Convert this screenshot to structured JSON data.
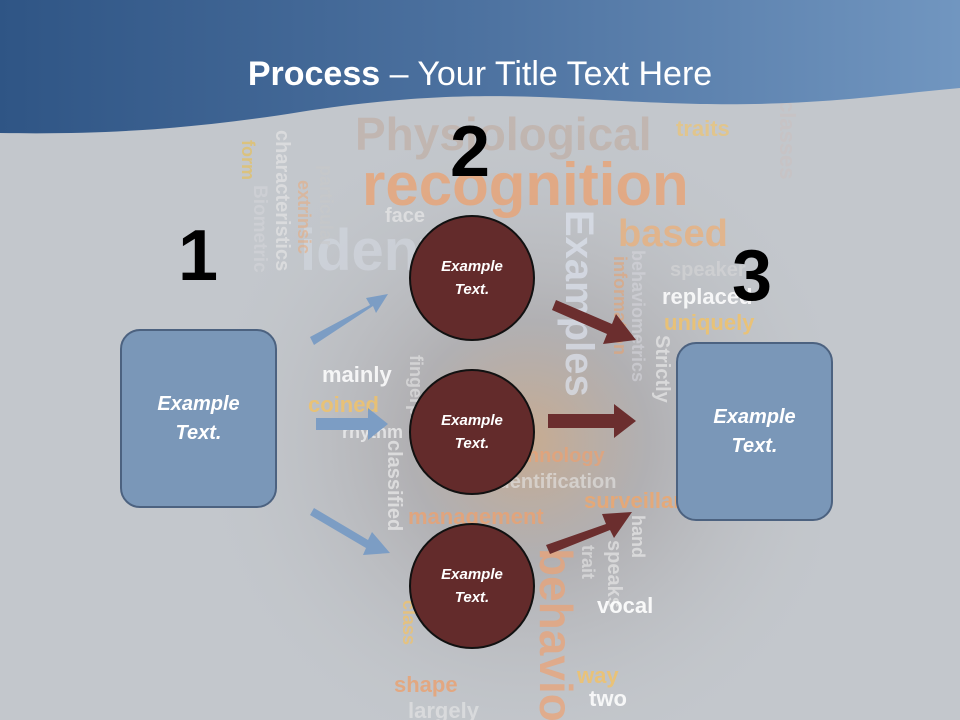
{
  "title": {
    "bold": "Process",
    "rest": " – Your Title Text Here"
  },
  "steps": [
    "1",
    "2",
    "3"
  ],
  "left_box": {
    "line1": "Example",
    "line2": "Text."
  },
  "right_box": {
    "line1": "Example",
    "line2": "Text."
  },
  "circles": [
    {
      "line1": "Example",
      "line2": "Text."
    },
    {
      "line1": "Example",
      "line2": "Text."
    },
    {
      "line1": "Example",
      "line2": "Text."
    }
  ],
  "background_words": [
    "Physiological",
    "traits",
    "classes",
    "recognition",
    "based",
    "identity",
    "face",
    "characteristics",
    "Biometric",
    "extrinsic",
    "particular",
    "form",
    "Examples",
    "behaviometrics",
    "information",
    "speaker",
    "replaced",
    "uniquely",
    "Strictly",
    "mainly",
    "coined",
    "rhythm",
    "fingerprint",
    "technology",
    "identification",
    "surveillance",
    "classified",
    "management",
    "hand",
    "speaks",
    "trait",
    "vocal",
    "class",
    "shape",
    "largely",
    "way",
    "two",
    "behavior"
  ],
  "colors": {
    "header": "#4f73a0",
    "box_fill": "#7a97b8",
    "box_border": "#4c6280",
    "circle_fill": "#632b2b",
    "blue_arrow": "#7c9dc4",
    "red_arrow": "#6b2e2e"
  }
}
